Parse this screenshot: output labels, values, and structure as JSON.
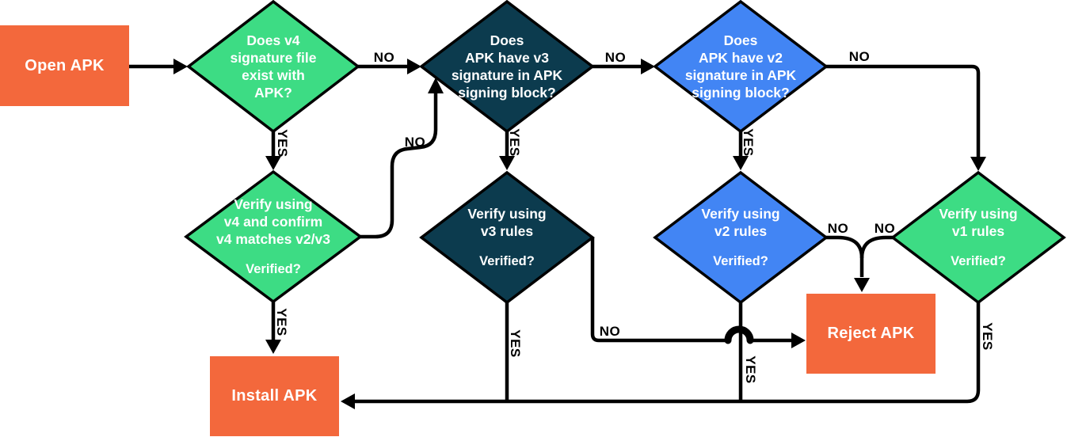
{
  "colors": {
    "green": "#3ddc84",
    "navy": "#0c3b4e",
    "blue": "#4285f4",
    "orange": "#f3683c",
    "line": "#000000",
    "node_text": "#ffffff",
    "label_text": "#000000"
  },
  "nodes": {
    "open_apk": {
      "label": "Open APK"
    },
    "v4_exists": {
      "question": "Does v4\nsignature file\nexist with\nAPK?"
    },
    "v3_block": {
      "question": "Does\nAPK have v3\nsignature in APK\nsigning block?"
    },
    "v2_block": {
      "question": "Does\nAPK have v2\nsignature in APK\nsigning block?"
    },
    "v4_verify": {
      "question": "Verify using\nv4 and confirm\nv4 matches v2/v3",
      "sub": "Verified?"
    },
    "v3_verify": {
      "question": "Verify using\nv3 rules",
      "sub": "Verified?"
    },
    "v2_verify": {
      "question": "Verify using\nv2 rules",
      "sub": "Verified?"
    },
    "v1_verify": {
      "question": "Verify using\nv1 rules",
      "sub": "Verified?"
    },
    "reject": {
      "label": "Reject APK"
    },
    "install": {
      "label": "Install APK"
    }
  },
  "edge_labels": {
    "v4_exists_no": "NO",
    "v4_exists_yes": "YES",
    "v3_block_no": "NO",
    "v3_block_yes": "YES",
    "v2_block_no": "NO",
    "v2_block_yes": "YES",
    "v4_verify_no": "NO",
    "v4_verify_yes": "YES",
    "v3_verify_no": "NO",
    "v3_verify_yes": "YES",
    "v2_verify_no": "NO",
    "v2_verify_yes": "YES",
    "v1_verify_no": "NO",
    "v1_verify_yes": "YES"
  }
}
